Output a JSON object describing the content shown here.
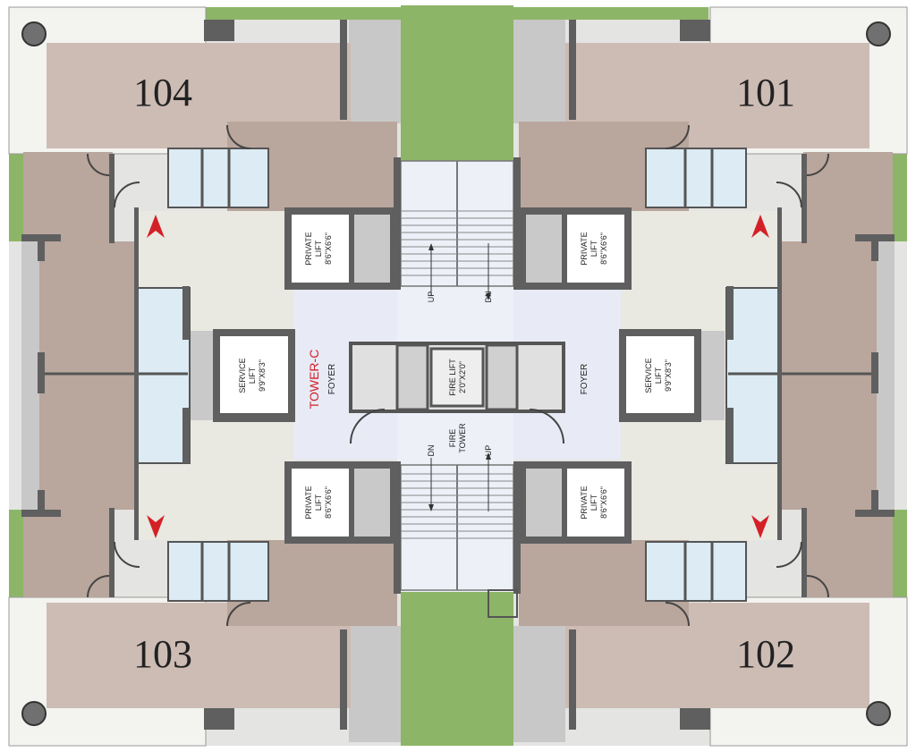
{
  "plan": {
    "units": {
      "u101": "101",
      "u102": "102",
      "u103": "103",
      "u104": "104"
    },
    "tower": "TOWER-C",
    "foyer_left": "FOYER",
    "foyer_right": "FOYER",
    "private_lift": {
      "l1": "PRIVATE",
      "l2": "LIFT",
      "l3": "8'6\"X6'6\""
    },
    "service_lift": {
      "l1": "SERVICE",
      "l2": "LIFT",
      "l3": "9'9\"X8'3\""
    },
    "fire_lift": {
      "l1": "FIRE LIFT",
      "l2": "2'0\"X2'0\""
    },
    "fire_tower": {
      "l1": "FIRE",
      "l2": "TOWER"
    },
    "stairs": {
      "up": "UP",
      "dn": "DN"
    }
  },
  "colors": {
    "apartment_floor": "#cdbcb4",
    "balcony": "#b9a69c",
    "landscape_green": "#8db567",
    "glass": "#dcebf4",
    "accent_arrow": "#d32027"
  }
}
